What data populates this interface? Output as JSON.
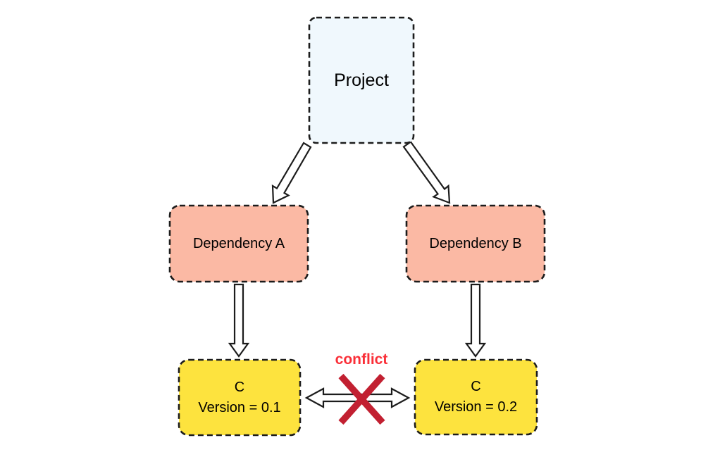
{
  "diagram": {
    "background": "#ffffff",
    "border_color": "#1c1c1c",
    "nodes": {
      "project": {
        "label": "Project",
        "fill": "#f0f8fd"
      },
      "dependency_a": {
        "label": "Dependency A",
        "fill": "#fbb9a4"
      },
      "dependency_b": {
        "label": "Dependency B",
        "fill": "#fbb9a4"
      },
      "c_v01": {
        "name": "C",
        "version_label": "Version = 0.1",
        "fill": "#fde33e"
      },
      "c_v02": {
        "name": "C",
        "version_label": "Version = 0.2",
        "fill": "#fde33e"
      }
    },
    "edges": [
      {
        "from": "project",
        "to": "dependency_a",
        "style": "block-arrow"
      },
      {
        "from": "project",
        "to": "dependency_b",
        "style": "block-arrow"
      },
      {
        "from": "dependency_a",
        "to": "c_v01",
        "style": "block-arrow"
      },
      {
        "from": "dependency_b",
        "to": "c_v02",
        "style": "block-arrow"
      },
      {
        "from": "c_v01",
        "to": "c_v02",
        "style": "double-block-arrow-crossed-out"
      }
    ],
    "conflict": {
      "label": "conflict",
      "label_color": "#fa2f38",
      "cross_color": "#c22031"
    }
  }
}
